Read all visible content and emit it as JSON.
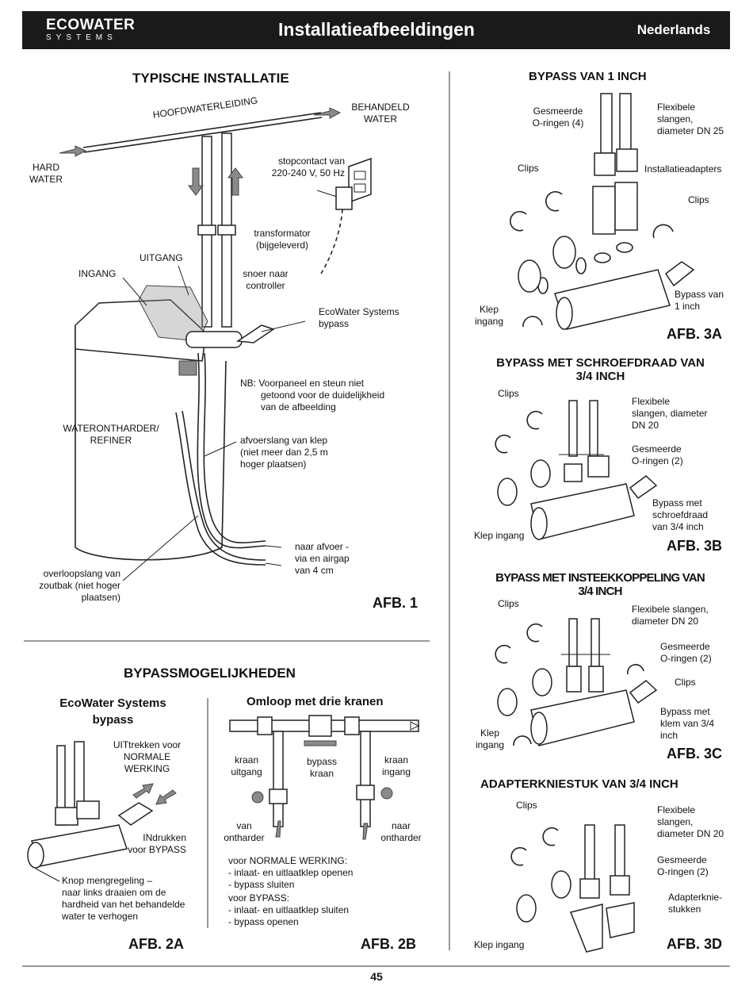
{
  "header": {
    "logo_line1": "ECOWATER",
    "logo_line2": "SYSTEMS",
    "title": "Installatieafbeeldingen",
    "language": "Nederlands"
  },
  "typical": {
    "title": "TYPISCHE INSTALLATIE",
    "main_line": "HOOFDWATERLEIDING",
    "treated": [
      "BEHANDELD",
      "WATER"
    ],
    "hard": [
      "HARD",
      "WATER"
    ],
    "outlet_socket": [
      "stopcontact van",
      "220-240 V, 50 Hz"
    ],
    "transformer": [
      "transformator",
      "(bijgeleverd)"
    ],
    "cord": [
      "snoer naar",
      "controller"
    ],
    "outlet": "UITGANG",
    "inlet": "INGANG",
    "bypass": [
      "EcoWater Systems",
      "bypass"
    ],
    "note": [
      "NB: Voorpaneel en steun niet",
      "getoond voor de duidelijkheid",
      "van de afbeelding"
    ],
    "softener": [
      "WATERONTHARDER/",
      "REFINER"
    ],
    "drain_hose": [
      "afvoerslang van klep",
      "(niet meer dan 2,5 m",
      "hoger plaatsen)"
    ],
    "to_drain": [
      "naar afvoer -",
      "via en airgap",
      "van 4 cm"
    ],
    "overflow": [
      "overloopslang van",
      "zoutbak (niet hoger",
      "plaatsen)"
    ],
    "fig": "AFB. 1"
  },
  "bypass_options": {
    "title": "BYPASSMOGELIJKHEDEN",
    "a_title": [
      "EcoWater Systems",
      "bypass"
    ],
    "pull_out": [
      "UITtrekken voor",
      "NORMALE",
      "WERKING"
    ],
    "push_in": [
      "INdrukken",
      "voor BYPASS"
    ],
    "knob": [
      "Knop mengregeling –",
      "naar links draaien om de",
      "hardheid van het behandelde",
      "water te verhogen"
    ],
    "fig_a": "AFB. 2A",
    "b_title": "Omloop met drie kranen",
    "valve_outlet": [
      "kraan",
      "uitgang"
    ],
    "bypass_valve": [
      "bypass",
      "kraan"
    ],
    "valve_inlet": [
      "kraan",
      "ingang"
    ],
    "from_softener": [
      "van",
      "ontharder"
    ],
    "to_softener": [
      "naar",
      "ontharder"
    ],
    "normal": [
      "voor NORMALE WERKING:",
      "- inlaat- en uitlaatklep openen",
      "- bypass sluiten"
    ],
    "bypass_mode": [
      "voor BYPASS:",
      "- inlaat- en uitlaatklep sluiten",
      "- bypass openen"
    ],
    "fig_b": "AFB. 2B"
  },
  "fig3a": {
    "title": "BYPASS VAN 1 INCH",
    "orings": [
      "Gesmeerde",
      "O-ringen (4)"
    ],
    "hoses": [
      "Flexibele",
      "slangen,",
      "diameter DN 25"
    ],
    "clips_left": "Clips",
    "adapters": "Installatieadapters",
    "clips_right": "Clips",
    "valve": [
      "Klep",
      "ingang"
    ],
    "bypass": [
      "Bypass van",
      "1 inch"
    ],
    "fig": "AFB. 3A"
  },
  "fig3b": {
    "title": [
      "BYPASS MET SCHROEFDRAAD VAN",
      "3/4 INCH"
    ],
    "clips": "Clips",
    "hoses": [
      "Flexibele",
      "slangen, diameter",
      "DN 20"
    ],
    "orings": [
      "Gesmeerde",
      "O-ringen (2)"
    ],
    "bypass": [
      "Bypass met",
      "schroefdraad",
      "van 3/4 inch"
    ],
    "valve": "Klep ingang",
    "fig": "AFB. 3B"
  },
  "fig3c": {
    "title": [
      "BYPASS MET INSTEEKKOPPELING VAN",
      "3/4 INCH"
    ],
    "clips": "Clips",
    "hoses": [
      "Flexibele slangen,",
      "diameter DN 20"
    ],
    "orings": [
      "Gesmeerde",
      "O-ringen (2)"
    ],
    "clips_right": "Clips",
    "bypass": [
      "Bypass met",
      "klem van 3/4",
      "inch"
    ],
    "valve": [
      "Klep",
      "ingang"
    ],
    "fig": "AFB. 3C"
  },
  "fig3d": {
    "title": "ADAPTERKNIESTUK VAN 3/4 INCH",
    "clips": "Clips",
    "hoses": [
      "Flexibele",
      "slangen,",
      "diameter DN 20"
    ],
    "orings": [
      "Gesmeerde",
      "O-ringen (2)"
    ],
    "elbows": [
      "Adapterknie-",
      "stukken"
    ],
    "valve": "Klep ingang",
    "fig": "AFB. 3D"
  },
  "footer": {
    "page": "45"
  }
}
